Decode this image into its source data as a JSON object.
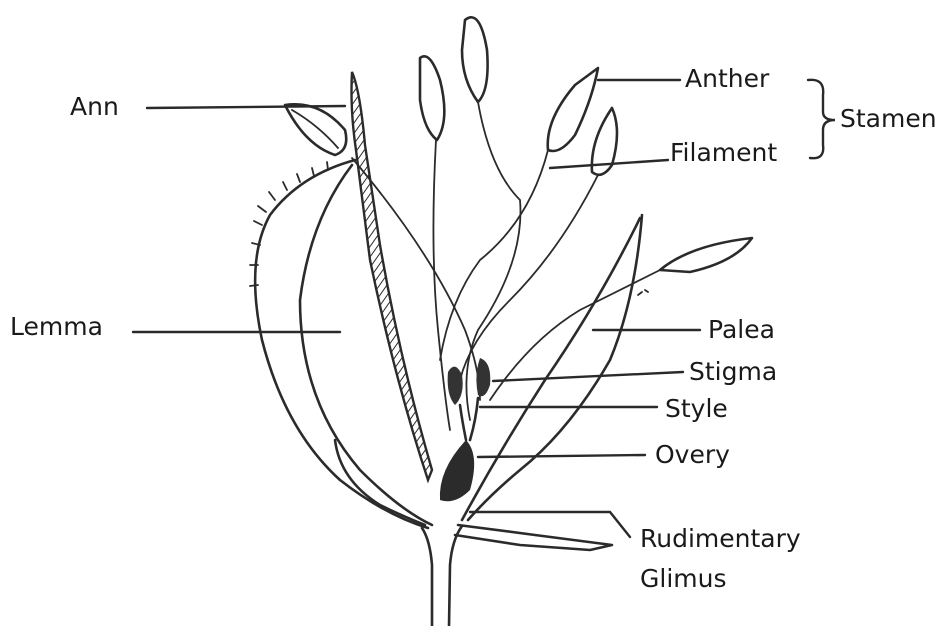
{
  "labels": {
    "awn": "Ann",
    "anther": "Anther",
    "stamen": "Stamen",
    "filament": "Filament",
    "lemma": "Lemma",
    "palea": "Palea",
    "stigma": "Stigma",
    "style": "Style",
    "ovary": "Overy",
    "rudimentary": "Rudimentary",
    "glumes": "Glimus"
  }
}
